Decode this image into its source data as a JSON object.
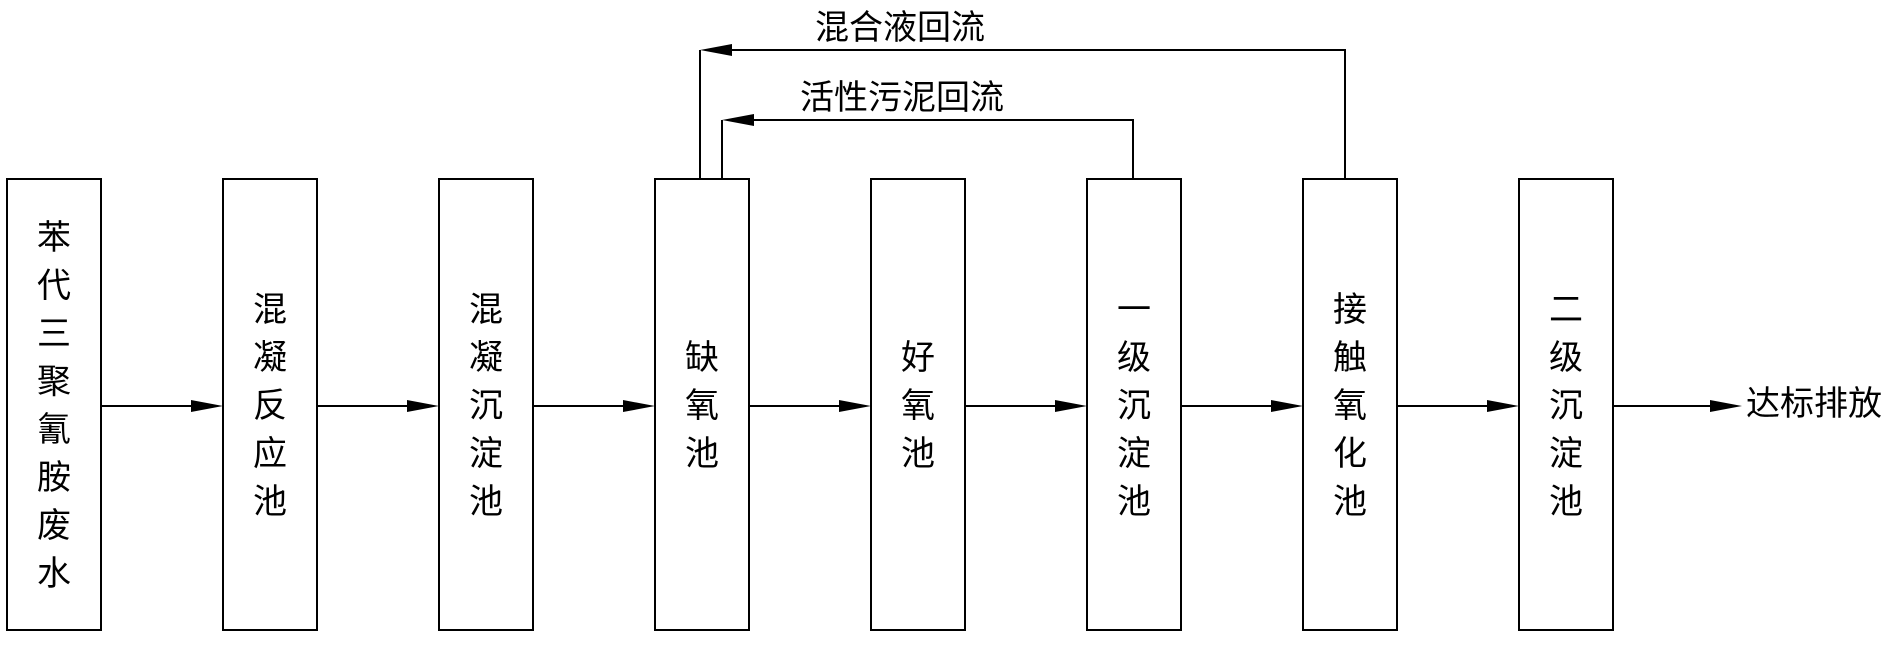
{
  "process_steps": [
    {
      "id": "raw",
      "label": "苯代三聚氰胺废水"
    },
    {
      "id": "coag-react",
      "label": "混凝反应池"
    },
    {
      "id": "coag-settle",
      "label": "混凝沉淀池"
    },
    {
      "id": "anoxic",
      "label": "缺氧池"
    },
    {
      "id": "aerobic",
      "label": "好氧池"
    },
    {
      "id": "primary-settle",
      "label": "一级沉淀池"
    },
    {
      "id": "contact-ox",
      "label": "接触氧化池"
    },
    {
      "id": "secondary-settle",
      "label": "二级沉淀池"
    }
  ],
  "output_label": "达标排放",
  "recycle_flows": [
    {
      "id": "mixed-liquor",
      "label": "混合液回流",
      "from": "contact-ox",
      "to": "anoxic"
    },
    {
      "id": "sludge",
      "label": "活性污泥回流",
      "from": "primary-settle",
      "to": "anoxic"
    }
  ]
}
